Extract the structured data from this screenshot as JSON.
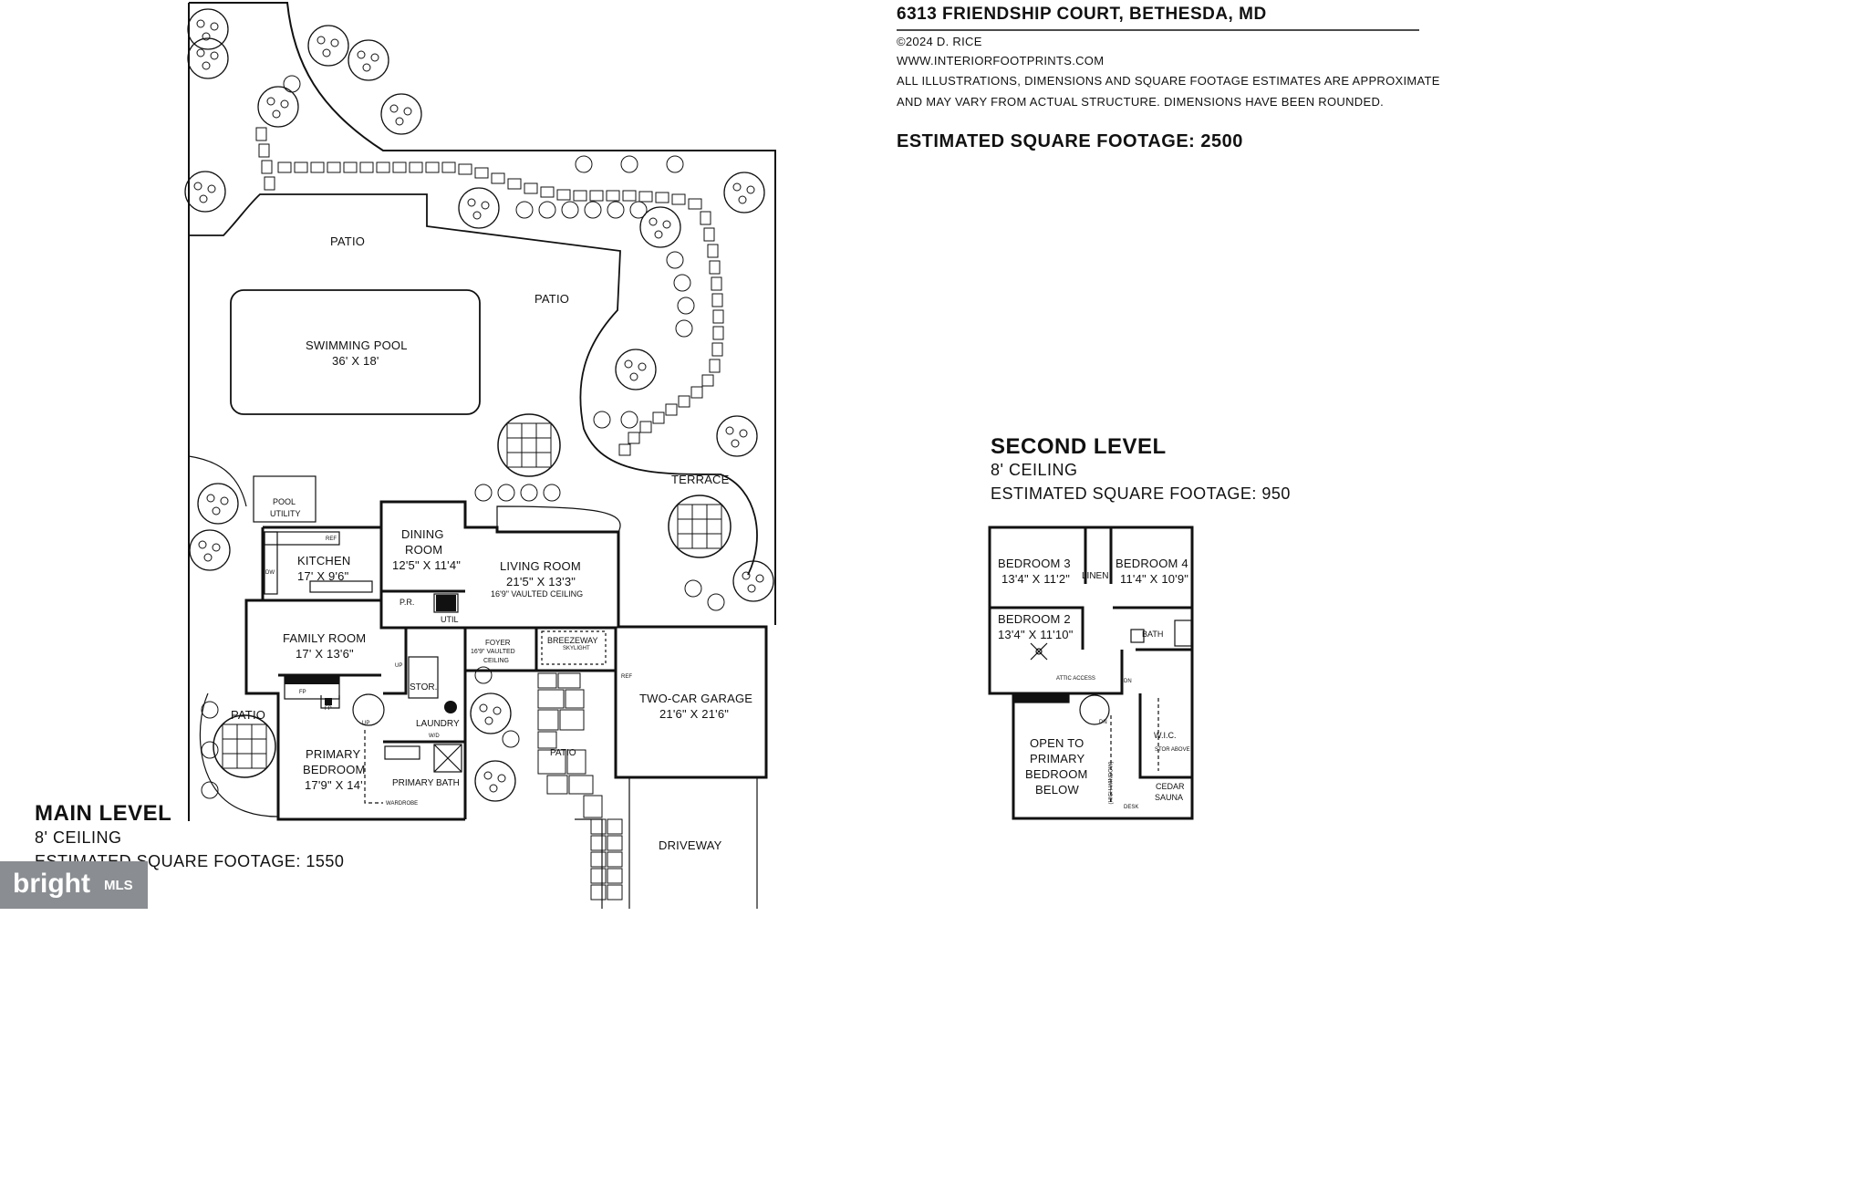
{
  "header": {
    "address": "6313 FRIENDSHIP COURT, BETHESDA, MD",
    "copyright": "©2024 D. RICE",
    "website": "WWW.INTERIORFOOTPRINTS.COM",
    "disclaimer_1": "ALL ILLUSTRATIONS, DIMENSIONS AND SQUARE FOOTAGE ESTIMATES ARE APPROXIMATE",
    "disclaimer_2": "AND MAY VARY FROM ACTUAL STRUCTURE. DIMENSIONS HAVE BEEN ROUNDED.",
    "total_sqft": "ESTIMATED SQUARE FOOTAGE: 2500"
  },
  "main_level": {
    "title": "MAIN LEVEL",
    "ceiling": "8' CEILING",
    "sqft": "ESTIMATED SQUARE FOOTAGE: 1550",
    "labels": {
      "patio_top": "PATIO",
      "patio_mid": "PATIO",
      "pool_name": "SWIMMING POOL",
      "pool_dim": "36' X 18'",
      "terrace": "TERRACE",
      "pool_utility_1": "POOL",
      "pool_utility_2": "UTILITY",
      "kitchen_name": "KITCHEN",
      "kitchen_dim": "17' X 9'6\"",
      "dining_name_1": "DINING",
      "dining_name_2": "ROOM",
      "dining_dim": "12'5\" X 11'4\"",
      "living_name": "LIVING ROOM",
      "living_dim": "21'5\" X 13'3\"",
      "living_ceiling": "16'9\" VAULTED CEILING",
      "pr": "P.R.",
      "util": "UTIL",
      "family_name": "FAMILY ROOM",
      "family_dim": "17' X 13'6\"",
      "foyer_1": "FOYER",
      "foyer_2": "16'9\" VAULTED",
      "foyer_3": "CEILING",
      "breezeway": "BREEZEWAY",
      "skylight": "SKYLIGHT",
      "garage_name": "TWO-CAR GARAGE",
      "garage_dim": "21'6\" X 21'6\"",
      "patio_left": "PATIO",
      "stor": "STOR.",
      "laundry": "LAUNDRY",
      "primary_bed_1": "PRIMARY",
      "primary_bed_2": "BEDROOM",
      "primary_bed_dim": "17'9\" X 14'",
      "primary_bath": "PRIMARY BATH",
      "patio_small": "PATIO",
      "driveway": "DRIVEWAY",
      "wardrobe": "WARDROBE",
      "fp1": "FP",
      "fp2": "FP",
      "ref1": "REF",
      "ref2": "REF",
      "dw": "DW",
      "up1": "UP",
      "up2": "UP",
      "wd": "W/D"
    }
  },
  "second_level": {
    "title": "SECOND LEVEL",
    "ceiling": "8' CEILING",
    "sqft": "ESTIMATED SQUARE FOOTAGE: 950",
    "labels": {
      "bed3_name": "BEDROOM 3",
      "bed3_dim": "13'4\" X 11'2\"",
      "bed4_name": "BEDROOM 4",
      "bed4_dim": "11'4\" X 10'9\"",
      "linen": "LINEN",
      "bed2_name": "BEDROOM 2",
      "bed2_dim": "13'4\" X 11'10\"",
      "bath": "BATH",
      "attic": "ATTIC ACCESS",
      "open_1": "OPEN TO",
      "open_2": "PRIMARY",
      "open_3": "BEDROOM",
      "open_4": "BELOW",
      "wic": "W.I.C.",
      "stor_above": "STOR ABOVE",
      "cedar_1": "CEDAR",
      "cedar_2": "SAUNA",
      "desk": "DESK",
      "dn1": "DN",
      "dn2": "DN",
      "high_window": "(HIGH WINDOW)"
    }
  },
  "watermark": {
    "brand": "bright",
    "suffix": "MLS"
  }
}
